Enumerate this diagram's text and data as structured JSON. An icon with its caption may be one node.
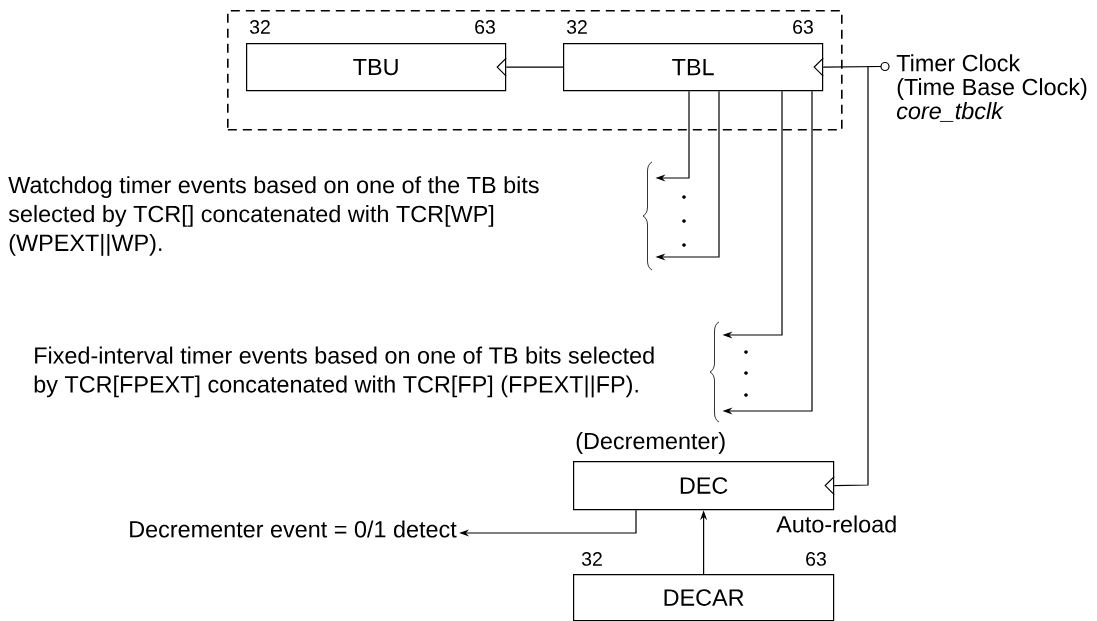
{
  "diagram": {
    "nodes": [
      {
        "text": [],
        "shape": "box"
      },
      {
        "text": [
          "TBU"
        ],
        "in": 0,
        "beside": [
          "32",
          "63"
        ]
      },
      {
        "text": [
          "TBL"
        ],
        "in": 0,
        "beside": [
          "32",
          "63"
        ]
      },
      {
        "text": [
          "Timer Clock",
          "(Time Base Clock)",
          "core_tbclk"
        ]
      },
      {
        "text": [
          "Watchdog timer events based on one of the TB bits selected by TCR[] concatenated with TCR[WP] (WPEXT||WP)."
        ]
      },
      {
        "text": [
          "Fixed-interval timer events based on one of TB bits selected by TCR[FPEXT] concatenated with TCR[FP] (FPEXT||FP)."
        ]
      },
      {
        "text": [
          "DEC"
        ],
        "beside": [
          "(Decrementer)"
        ]
      },
      {
        "text": [
          "Decrementer event = 0/1 detect"
        ]
      },
      {
        "text": [
          "DECAR"
        ],
        "beside": [
          "32",
          "63"
        ]
      }
    ],
    "edges": [
      {
        "from": 2,
        "to": 1,
        "arrow": "to"
      },
      {
        "from": 3,
        "to": 2,
        "arrow": "to"
      },
      {
        "from": 3,
        "to": 6,
        "arrow": "to"
      },
      {
        "from": 2,
        "to": 4,
        "arrow": "to"
      },
      {
        "from": 2,
        "to": 4,
        "arrow": "to"
      },
      {
        "from": 2,
        "to": 5,
        "arrow": "to"
      },
      {
        "from": 2,
        "to": 5,
        "arrow": "to"
      },
      {
        "from": 6,
        "to": 7,
        "arrow": "to"
      },
      {
        "from": 8,
        "to": 6,
        "arrow": "to"
      }
    ],
    "labels": [
      "Auto-reload"
    ]
  }
}
